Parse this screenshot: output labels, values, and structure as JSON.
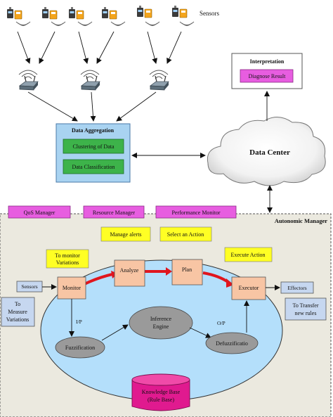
{
  "sensors_label": "Sensors",
  "aggregation": {
    "title": "Data Aggregation",
    "clustering": "Clustering of Data",
    "classification": "Data Classification"
  },
  "data_center": "Data Center",
  "interpretation": {
    "title": "Interpretation",
    "diagnose": "Diagnose Result"
  },
  "top_buttons": {
    "qos": "QoS Manager",
    "resource": "Resource Manager",
    "performance": "Performance Monitor"
  },
  "autonomic_label": "Autonomic Manager",
  "notes": {
    "manage_alerts": "Manage alerts",
    "select_action": "Select an Action",
    "monitor_l1": "To monitor",
    "monitor_l2": "Variations",
    "execute_action": "Execute Action"
  },
  "mape": {
    "monitor": "Monitor",
    "analyze": "Analyze",
    "plan": "Plan",
    "executor": "Executor"
  },
  "side": {
    "sensors": "Sensors",
    "effectors": "Effectors",
    "measure_l1": "To",
    "measure_l2": "Measure",
    "measure_l3": "Variations",
    "transfer_l1": "To Transfer",
    "transfer_l2": "new rules"
  },
  "fuzzy": {
    "fuzzification": "Fuzzification",
    "inference_l1": "Inference",
    "inference_l2": "Engine",
    "defuzz": "Defuzzificatio",
    "ip": "I/P",
    "op": "O/P"
  },
  "kb": {
    "l1": "Knowledge Base",
    "l2": "(Rule Base)"
  },
  "colors": {
    "aggregation_bg": "#a9d3f1",
    "green_box": "#3db34a",
    "magenta": "#e75de0",
    "yellow": "#ffff24",
    "peach": "#f8c5a4",
    "ellipse": "#b4dffb",
    "gray_ellipse": "#9a9a9a",
    "kb": "#e01a8f",
    "side_box": "#c6d7f0",
    "panel": "#ebe9df",
    "red_arrow": "#e0161e"
  }
}
